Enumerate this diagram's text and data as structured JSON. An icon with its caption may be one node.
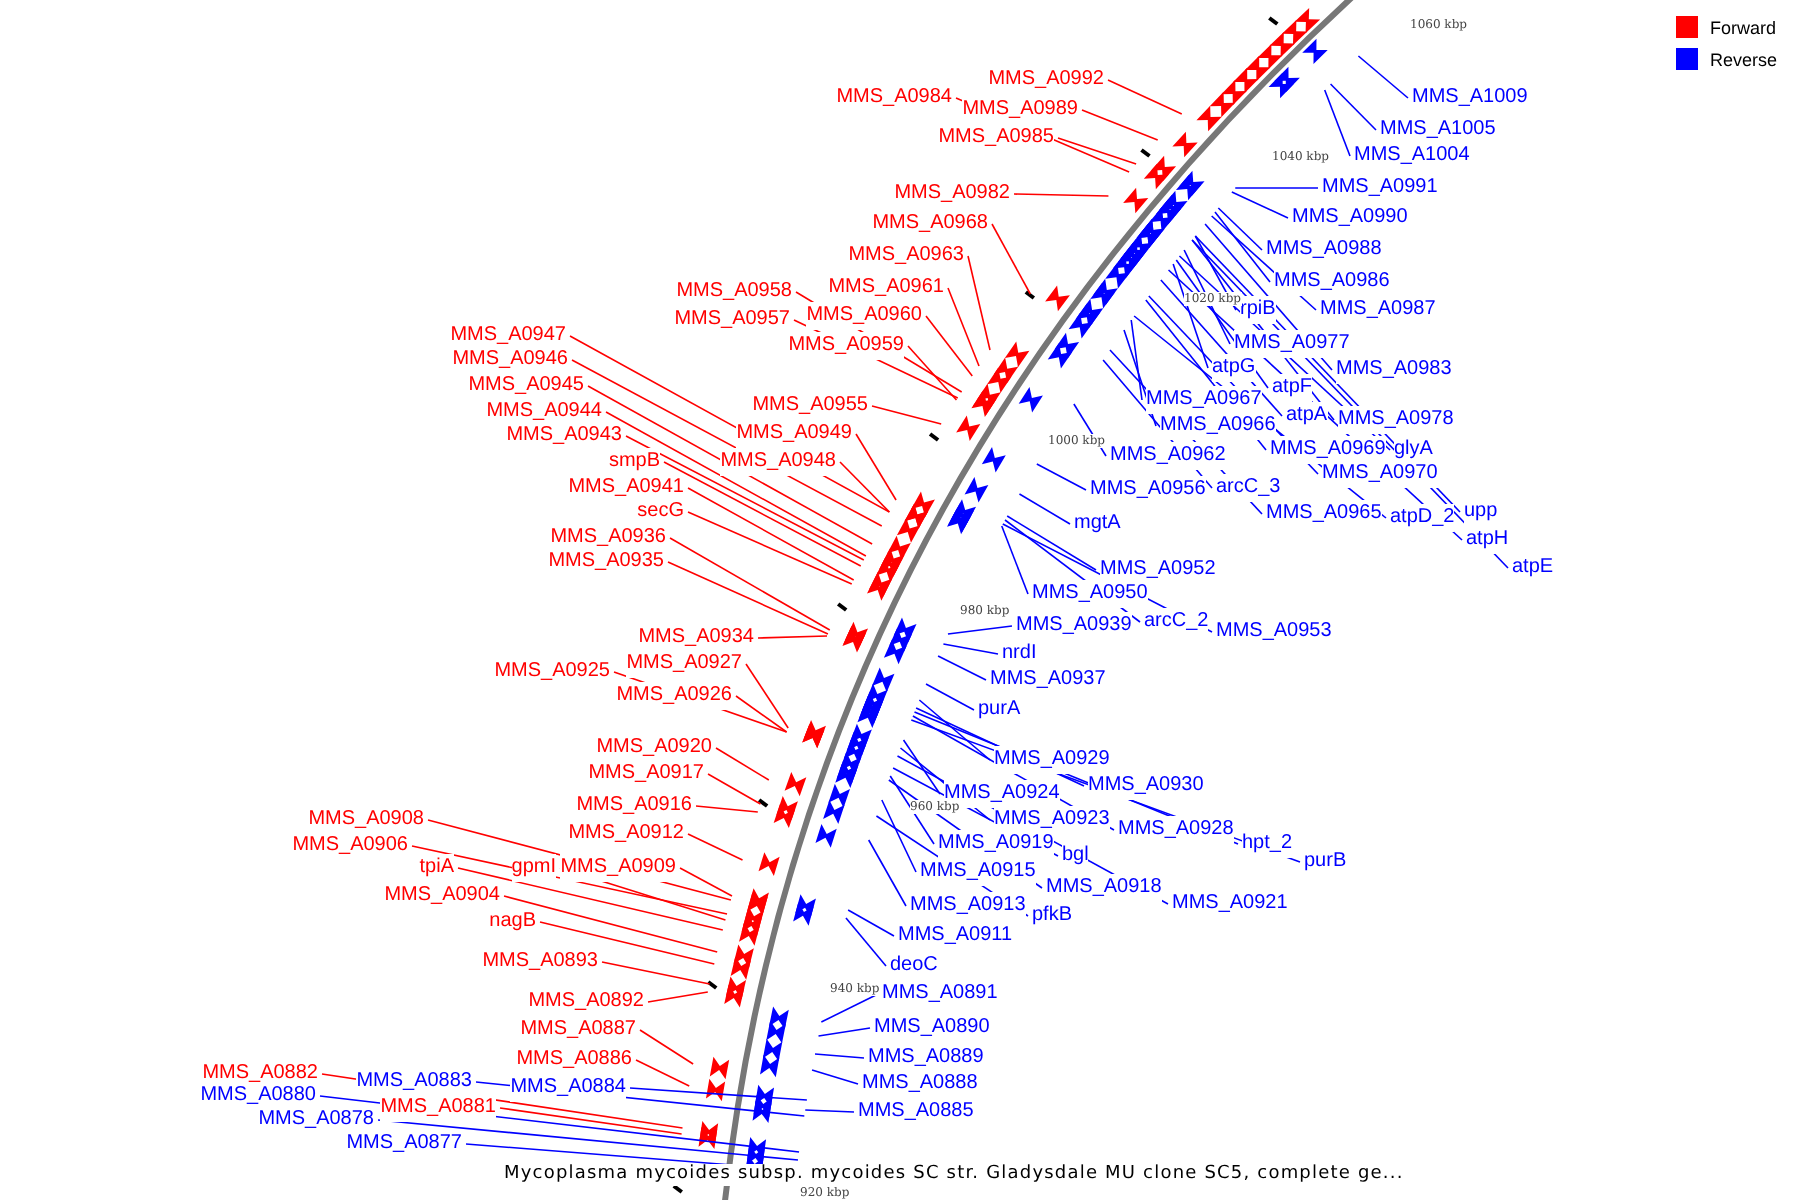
{
  "diagram": {
    "caption": "Mycoplasma mycoides subsp. mycoides SC str. Gladysdale MU clone SC5, complete ge...",
    "nodes": [
      {
        "text": [
          "MMS_A0992"
        ]
      },
      {
        "text": [
          "MMS_A0984"
        ]
      },
      {
        "text": [
          "MMS_A0989"
        ]
      },
      {
        "text": [
          "MMS_A0985"
        ]
      },
      {
        "text": [
          "MMS_A0982"
        ]
      },
      {
        "text": [
          "MMS_A0968"
        ]
      },
      {
        "text": [
          "MMS_A0963"
        ]
      },
      {
        "text": [
          "MMS_A0961"
        ]
      },
      {
        "text": [
          "MMS_A0958"
        ]
      },
      {
        "text": [
          "MMS_A0960"
        ]
      },
      {
        "text": [
          "MMS_A0957"
        ]
      },
      {
        "text": [
          "MMS_A0959"
        ]
      },
      {
        "text": [
          "MMS_A0947"
        ]
      },
      {
        "text": [
          "MMS_A0946"
        ]
      },
      {
        "text": [
          "MMS_A0945"
        ]
      },
      {
        "text": [
          "MMS_A0944"
        ]
      },
      {
        "text": [
          "MMS_A0955"
        ]
      },
      {
        "text": [
          "MMS_A0949"
        ]
      },
      {
        "text": [
          "MMS_A0943"
        ]
      },
      {
        "text": [
          "MMS_A0948"
        ]
      },
      {
        "text": [
          "smpB"
        ]
      },
      {
        "text": [
          "MMS_A0941"
        ]
      },
      {
        "text": [
          "secG"
        ]
      },
      {
        "text": [
          "MMS_A0936"
        ]
      },
      {
        "text": [
          "MMS_A0935"
        ]
      },
      {
        "text": [
          "MMS_A0934"
        ]
      },
      {
        "text": [
          "MMS_A0927"
        ]
      },
      {
        "text": [
          "MMS_A0925"
        ]
      },
      {
        "text": [
          "MMS_A0926"
        ]
      },
      {
        "text": [
          "MMS_A0920"
        ]
      },
      {
        "text": [
          "MMS_A0917"
        ]
      },
      {
        "text": [
          "MMS_A0916"
        ]
      },
      {
        "text": [
          "MMS_A0908"
        ]
      },
      {
        "text": [
          "MMS_A0912"
        ]
      },
      {
        "text": [
          "MMS_A0906"
        ]
      },
      {
        "text": [
          "tpiA"
        ]
      },
      {
        "text": [
          "gpmI"
        ]
      },
      {
        "text": [
          "MMS_A0909"
        ]
      },
      {
        "text": [
          "MMS_A0904"
        ]
      },
      {
        "text": [
          "nagB"
        ]
      },
      {
        "text": [
          "MMS_A0893"
        ]
      },
      {
        "text": [
          "MMS_A0892"
        ]
      },
      {
        "text": [
          "MMS_A0887"
        ]
      },
      {
        "text": [
          "MMS_A0886"
        ]
      },
      {
        "text": [
          "MMS_A0882"
        ]
      },
      {
        "text": [
          "MMS_A0881"
        ]
      },
      {
        "text": [
          "MMS_A0883"
        ]
      },
      {
        "text": [
          "MMS_A0884"
        ]
      },
      {
        "text": [
          "MMS_A0880"
        ]
      },
      {
        "text": [
          "MMS_A0878"
        ]
      },
      {
        "text": [
          "MMS_A0877"
        ]
      },
      {
        "text": [
          "MMS_A1009"
        ]
      },
      {
        "text": [
          "MMS_A1005"
        ]
      },
      {
        "text": [
          "MMS_A1004"
        ]
      },
      {
        "text": [
          "MMS_A0991"
        ]
      },
      {
        "text": [
          "MMS_A0990"
        ]
      },
      {
        "text": [
          "MMS_A0988"
        ]
      },
      {
        "text": [
          "MMS_A0986"
        ]
      },
      {
        "text": [
          "rpiB"
        ]
      },
      {
        "text": [
          "MMS_A0987"
        ]
      },
      {
        "text": [
          "MMS_A0977"
        ]
      },
      {
        "text": [
          "MMS_A0983"
        ]
      },
      {
        "text": [
          "atpG"
        ]
      },
      {
        "text": [
          "atpF"
        ]
      },
      {
        "text": [
          "MMS_A0967"
        ]
      },
      {
        "text": [
          "atpA"
        ]
      },
      {
        "text": [
          "MMS_A0978"
        ]
      },
      {
        "text": [
          "MMS_A0966"
        ]
      },
      {
        "text": [
          "MMS_A0969"
        ]
      },
      {
        "text": [
          "glyA"
        ]
      },
      {
        "text": [
          "MMS_A0962"
        ]
      },
      {
        "text": [
          "MMS_A0970"
        ]
      },
      {
        "text": [
          "MMS_A0956"
        ]
      },
      {
        "text": [
          "arcC_3"
        ]
      },
      {
        "text": [
          "MMS_A0965"
        ]
      },
      {
        "text": [
          "atpD_2"
        ]
      },
      {
        "text": [
          "upp"
        ]
      },
      {
        "text": [
          "mgtA"
        ]
      },
      {
        "text": [
          "atpH"
        ]
      },
      {
        "text": [
          "atpE"
        ]
      },
      {
        "text": [
          "MMS_A0952"
        ]
      },
      {
        "text": [
          "MMS_A0950"
        ]
      },
      {
        "text": [
          "MMS_A0939"
        ]
      },
      {
        "text": [
          "arcC_2"
        ]
      },
      {
        "text": [
          "MMS_A0953"
        ]
      },
      {
        "text": [
          "nrdI"
        ]
      },
      {
        "text": [
          "MMS_A0937"
        ]
      },
      {
        "text": [
          "purA"
        ]
      },
      {
        "text": [
          "MMS_A0929"
        ]
      },
      {
        "text": [
          "MMS_A0930"
        ]
      },
      {
        "text": [
          "MMS_A0924"
        ]
      },
      {
        "text": [
          "MMS_A0923"
        ]
      },
      {
        "text": [
          "MMS_A0928"
        ]
      },
      {
        "text": [
          "hpt_2"
        ]
      },
      {
        "text": [
          "MMS_A0919"
        ]
      },
      {
        "text": [
          "bgl"
        ]
      },
      {
        "text": [
          "purB"
        ]
      },
      {
        "text": [
          "MMS_A0915"
        ]
      },
      {
        "text": [
          "MMS_A0918"
        ]
      },
      {
        "text": [
          "MMS_A0913"
        ]
      },
      {
        "text": [
          "pfkB"
        ]
      },
      {
        "text": [
          "MMS_A0921"
        ]
      },
      {
        "text": [
          "MMS_A0911"
        ]
      },
      {
        "text": [
          "deoC"
        ]
      },
      {
        "text": [
          "MMS_A0891"
        ]
      },
      {
        "text": [
          "MMS_A0890"
        ]
      },
      {
        "text": [
          "MMS_A0889"
        ]
      },
      {
        "text": [
          "MMS_A0888"
        ]
      },
      {
        "text": [
          "MMS_A0885"
        ]
      }
    ],
    "edges": [
      {
        "from": 0,
        "to": null,
        "arrow": "none",
        "color": "#ff0000"
      },
      {
        "from": 1,
        "to": null,
        "arrow": "none",
        "color": "#ff0000"
      },
      {
        "from": 2,
        "to": null,
        "arrow": "none",
        "color": "#ff0000"
      },
      {
        "from": 3,
        "to": null,
        "arrow": "none",
        "color": "#ff0000"
      },
      {
        "from": 4,
        "to": null,
        "arrow": "none",
        "color": "#ff0000"
      },
      {
        "from": 5,
        "to": null,
        "arrow": "none",
        "color": "#ff0000"
      },
      {
        "from": 6,
        "to": null,
        "arrow": "none",
        "color": "#ff0000"
      },
      {
        "from": 7,
        "to": null,
        "arrow": "none",
        "color": "#ff0000"
      },
      {
        "from": 8,
        "to": null,
        "arrow": "none",
        "color": "#ff0000"
      },
      {
        "from": 9,
        "to": null,
        "arrow": "none",
        "color": "#ff0000"
      },
      {
        "from": 10,
        "to": null,
        "arrow": "none",
        "color": "#ff0000"
      },
      {
        "from": 11,
        "to": null,
        "arrow": "none",
        "color": "#ff0000"
      },
      {
        "from": 12,
        "to": null,
        "arrow": "none",
        "color": "#ff0000"
      },
      {
        "from": 13,
        "to": null,
        "arrow": "none",
        "color": "#ff0000"
      },
      {
        "from": 14,
        "to": null,
        "arrow": "none",
        "color": "#ff0000"
      },
      {
        "from": 15,
        "to": null,
        "arrow": "none",
        "color": "#ff0000"
      },
      {
        "from": 16,
        "to": null,
        "arrow": "none",
        "color": "#ff0000"
      },
      {
        "from": 17,
        "to": null,
        "arrow": "none",
        "color": "#ff0000"
      },
      {
        "from": 18,
        "to": null,
        "arrow": "none",
        "color": "#ff0000"
      },
      {
        "from": 19,
        "to": null,
        "arrow": "none",
        "color": "#ff0000"
      },
      {
        "from": 20,
        "to": null,
        "arrow": "none",
        "color": "#ff0000"
      },
      {
        "from": 21,
        "to": null,
        "arrow": "none",
        "color": "#ff0000"
      },
      {
        "from": 22,
        "to": null,
        "arrow": "none",
        "color": "#ff0000"
      },
      {
        "from": 23,
        "to": null,
        "arrow": "none",
        "color": "#ff0000"
      },
      {
        "from": 24,
        "to": null,
        "arrow": "none",
        "color": "#ff0000"
      },
      {
        "from": 25,
        "to": null,
        "arrow": "none",
        "color": "#ff0000"
      },
      {
        "from": 26,
        "to": null,
        "arrow": "none",
        "color": "#ff0000"
      },
      {
        "from": 27,
        "to": null,
        "arrow": "none",
        "color": "#ff0000"
      },
      {
        "from": 28,
        "to": null,
        "arrow": "none",
        "color": "#ff0000"
      },
      {
        "from": 29,
        "to": null,
        "arrow": "none",
        "color": "#ff0000"
      },
      {
        "from": 30,
        "to": null,
        "arrow": "none",
        "color": "#ff0000"
      },
      {
        "from": 31,
        "to": null,
        "arrow": "none",
        "color": "#ff0000"
      },
      {
        "from": 32,
        "to": null,
        "arrow": "none",
        "color": "#ff0000"
      },
      {
        "from": 33,
        "to": null,
        "arrow": "none",
        "color": "#ff0000"
      },
      {
        "from": 34,
        "to": null,
        "arrow": "none",
        "color": "#ff0000"
      },
      {
        "from": 35,
        "to": null,
        "arrow": "none",
        "color": "#ff0000"
      },
      {
        "from": 36,
        "to": null,
        "arrow": "none",
        "color": "#ff0000"
      },
      {
        "from": 37,
        "to": null,
        "arrow": "none",
        "color": "#ff0000"
      },
      {
        "from": 38,
        "to": null,
        "arrow": "none",
        "color": "#ff0000"
      },
      {
        "from": 39,
        "to": null,
        "arrow": "none",
        "color": "#ff0000"
      },
      {
        "from": 40,
        "to": null,
        "arrow": "none",
        "color": "#ff0000"
      },
      {
        "from": 41,
        "to": null,
        "arrow": "none",
        "color": "#ff0000"
      },
      {
        "from": 42,
        "to": null,
        "arrow": "none",
        "color": "#ff0000"
      },
      {
        "from": 43,
        "to": null,
        "arrow": "none",
        "color": "#ff0000"
      },
      {
        "from": 44,
        "to": null,
        "arrow": "none",
        "color": "#ff0000"
      },
      {
        "from": 45,
        "to": null,
        "arrow": "none",
        "color": "#ff0000"
      },
      {
        "from": 46,
        "to": null,
        "arrow": "none"
      },
      {
        "from": 47,
        "to": null,
        "arrow": "none"
      },
      {
        "from": 48,
        "to": null,
        "arrow": "none"
      },
      {
        "from": 49,
        "to": null,
        "arrow": "none"
      },
      {
        "from": 50,
        "to": null,
        "arrow": "none"
      },
      {
        "from": 51,
        "to": null,
        "arrow": "none"
      },
      {
        "from": 52,
        "to": null,
        "arrow": "none"
      },
      {
        "from": 53,
        "to": null,
        "arrow": "none"
      },
      {
        "from": 54,
        "to": null,
        "arrow": "none"
      },
      {
        "from": 55,
        "to": null,
        "arrow": "none"
      },
      {
        "from": 56,
        "to": null,
        "arrow": "none"
      },
      {
        "from": 57,
        "to": null,
        "arrow": "none"
      },
      {
        "from": 58,
        "to": null,
        "arrow": "none"
      },
      {
        "from": 59,
        "to": null,
        "arrow": "none"
      },
      {
        "from": 60,
        "to": null,
        "arrow": "none"
      },
      {
        "from": 61,
        "to": null,
        "arrow": "none"
      },
      {
        "from": 62,
        "to": null,
        "arrow": "none"
      },
      {
        "from": 63,
        "to": null,
        "arrow": "none"
      },
      {
        "from": 64,
        "to": null,
        "arrow": "none"
      },
      {
        "from": 65,
        "to": null,
        "arrow": "none"
      },
      {
        "from": 66,
        "to": null,
        "arrow": "none"
      },
      {
        "from": 67,
        "to": null,
        "arrow": "none"
      },
      {
        "from": 68,
        "to": null,
        "arrow": "none"
      },
      {
        "from": 69,
        "to": null,
        "arrow": "none"
      },
      {
        "from": 70,
        "to": null,
        "arrow": "none"
      },
      {
        "from": 71,
        "to": null,
        "arrow": "none"
      },
      {
        "from": 72,
        "to": null,
        "arrow": "none"
      },
      {
        "from": 73,
        "to": null,
        "arrow": "none"
      },
      {
        "from": 74,
        "to": null,
        "arrow": "none"
      },
      {
        "from": 75,
        "to": null,
        "arrow": "none"
      },
      {
        "from": 76,
        "to": null,
        "arrow": "none"
      },
      {
        "from": 77,
        "to": null,
        "arrow": "none"
      },
      {
        "from": 78,
        "to": null,
        "arrow": "none"
      },
      {
        "from": 79,
        "to": null,
        "arrow": "none"
      },
      {
        "from": 80,
        "to": null,
        "arrow": "none"
      },
      {
        "from": 81,
        "to": null,
        "arrow": "none"
      },
      {
        "from": 82,
        "to": null,
        "arrow": "none"
      },
      {
        "from": 83,
        "to": null,
        "arrow": "none"
      },
      {
        "from": 84,
        "to": null,
        "arrow": "none"
      },
      {
        "from": 85,
        "to": null,
        "arrow": "none"
      },
      {
        "from": 86,
        "to": null,
        "arrow": "none"
      },
      {
        "from": 87,
        "to": null,
        "arrow": "none"
      },
      {
        "from": 88,
        "to": null,
        "arrow": "none"
      },
      {
        "from": 89,
        "to": null,
        "arrow": "none"
      },
      {
        "from": 90,
        "to": null,
        "arrow": "none"
      },
      {
        "from": 91,
        "to": null,
        "arrow": "none"
      },
      {
        "from": 92,
        "to": null,
        "arrow": "none"
      },
      {
        "from": 93,
        "to": null,
        "arrow": "none"
      },
      {
        "from": 94,
        "to": null,
        "arrow": "none"
      },
      {
        "from": 95,
        "to": null,
        "arrow": "none"
      },
      {
        "from": 96,
        "to": null,
        "arrow": "none"
      },
      {
        "from": 97,
        "to": null,
        "arrow": "none"
      },
      {
        "from": 98,
        "to": null,
        "arrow": "none"
      },
      {
        "from": 99,
        "to": null,
        "arrow": "none"
      },
      {
        "from": 100,
        "to": null,
        "arrow": "none"
      },
      {
        "from": 101,
        "to": null,
        "arrow": "none"
      },
      {
        "from": 102,
        "to": null,
        "arrow": "none"
      },
      {
        "from": 103,
        "to": null,
        "arrow": "none"
      },
      {
        "from": 104,
        "to": null,
        "arrow": "none"
      },
      {
        "from": 105,
        "to": null,
        "arrow": "none"
      },
      {
        "from": 106,
        "to": null,
        "arrow": "none"
      },
      {
        "from": 107,
        "to": null,
        "arrow": "none"
      },
      {
        "from": 108,
        "to": null,
        "arrow": "none"
      }
    ],
    "labels": [
      "1060 kbp",
      "1040 kbp",
      "1020 kbp",
      "1000 kbp",
      "980 kbp",
      "960 kbp",
      "940 kbp",
      "920 kbp"
    ],
    "legend": [
      {
        "text": "Forward",
        "color": "#ff0000"
      },
      {
        "text": "Reverse",
        "color": "#0000ff"
      }
    ]
  }
}
